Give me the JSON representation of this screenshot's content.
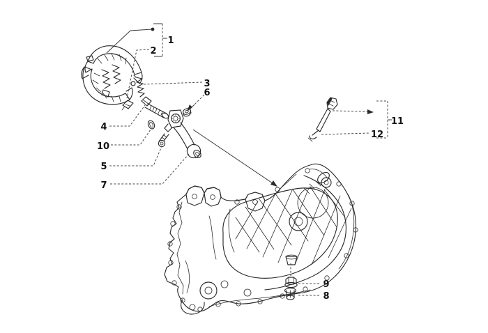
{
  "diagram": {
    "colors": {
      "background": "#ffffff",
      "line": "#2b2b2b",
      "leader": "#4a4a4a",
      "label": "#111111"
    },
    "callouts": [
      {
        "label": "1"
      },
      {
        "label": "2"
      },
      {
        "label": "3"
      },
      {
        "label": "4"
      },
      {
        "label": "5"
      },
      {
        "label": "6"
      },
      {
        "label": "7"
      },
      {
        "label": "8"
      },
      {
        "label": "9"
      },
      {
        "label": "10"
      },
      {
        "label": "11"
      },
      {
        "label": "12"
      }
    ]
  }
}
